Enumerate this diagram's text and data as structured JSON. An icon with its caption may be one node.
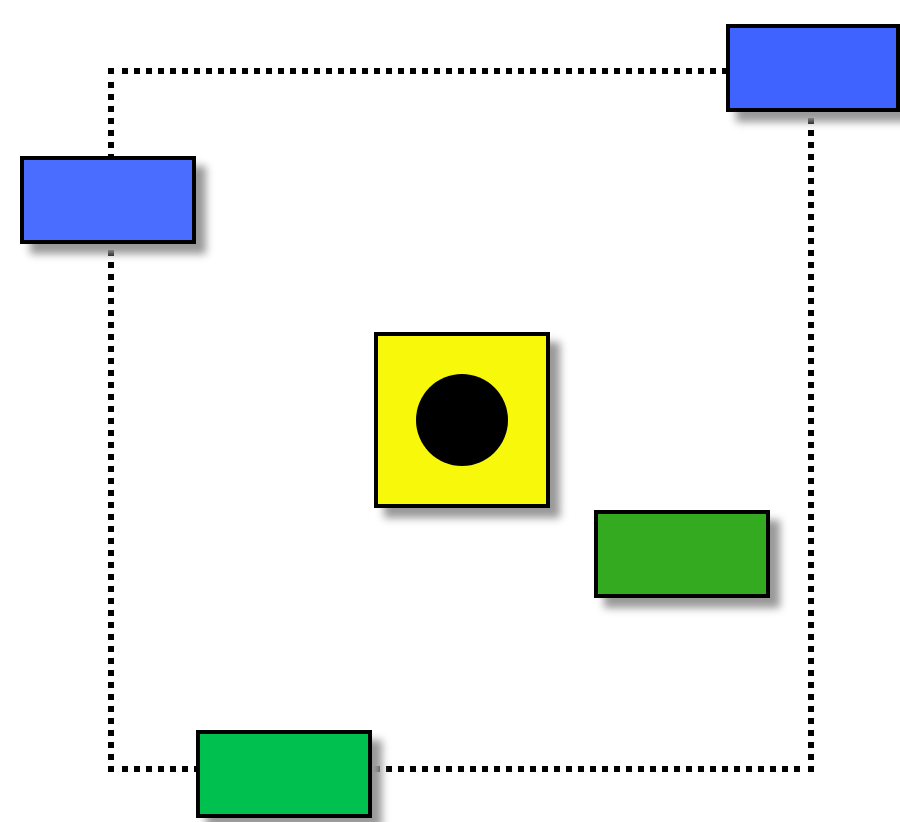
{
  "diagram": {
    "nodes": [
      {
        "text": [],
        "shape": "box"
      },
      {
        "text": [],
        "shape": "box"
      },
      {
        "text": [],
        "shape": "box"
      },
      {
        "text": [],
        "shape": "box",
        "in": 0
      },
      {
        "text": [],
        "shape": "circle",
        "in": 3
      },
      {
        "text": [],
        "shape": "box",
        "in": 0
      },
      {
        "text": [],
        "shape": "box"
      }
    ]
  }
}
